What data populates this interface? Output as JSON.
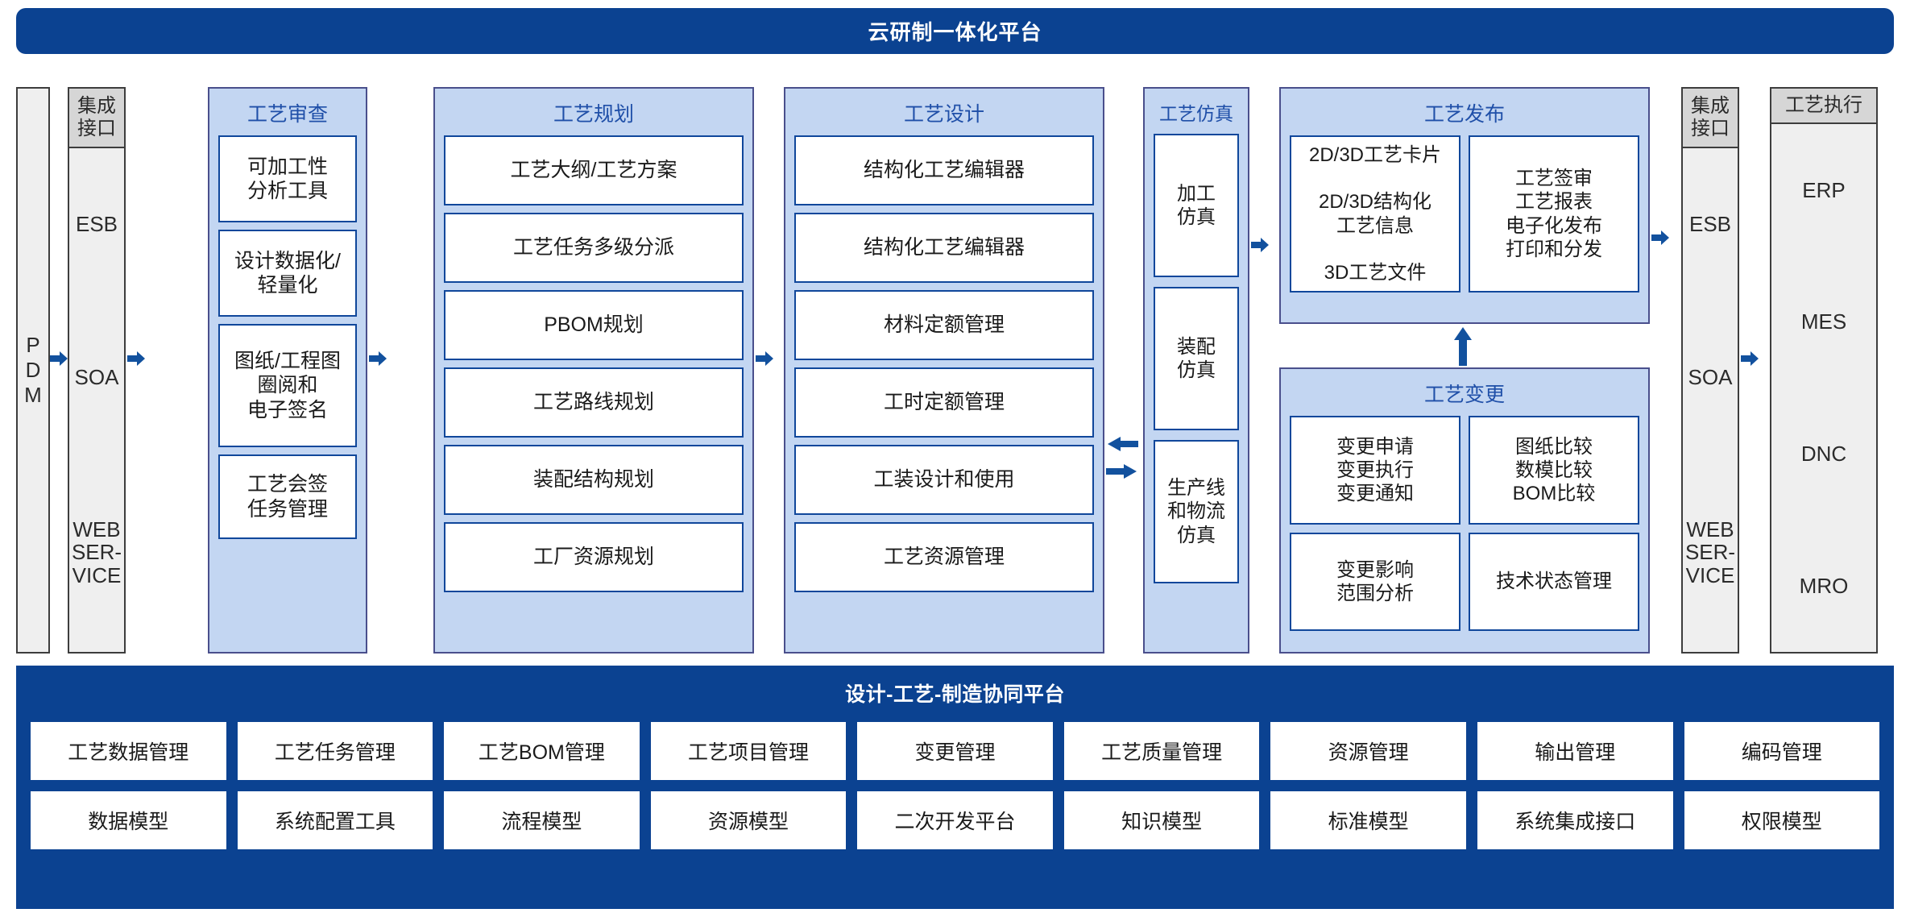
{
  "header": {
    "title": "云研制一体化平台"
  },
  "left": {
    "pdm": {
      "label": "PDM",
      "letters": [
        "P",
        "D",
        "M"
      ]
    },
    "integration": {
      "head": "集成\n接口",
      "items": [
        "ESB",
        "SOA",
        "WEB\nSER-\nVICE"
      ]
    }
  },
  "stages": [
    {
      "id": "process-review",
      "title": "工艺审查",
      "cards": [
        "可加工性\n分析工具",
        "设计数据化/\n轻量化",
        "图纸/工程图\n圈阅和\n电子签名",
        "工艺会签\n任务管理"
      ]
    },
    {
      "id": "process-planning",
      "title": "工艺规划",
      "cards": [
        "工艺大纲/工艺方案",
        "工艺任务多级分派",
        "PBOM规划",
        "工艺路线规划",
        "装配结构规划",
        "工厂资源规划"
      ]
    },
    {
      "id": "process-design",
      "title": "工艺设计",
      "cards": [
        "结构化工艺编辑器",
        "结构化工艺编辑器",
        "材料定额管理",
        "工时定额管理",
        "工装设计和使用",
        "工艺资源管理"
      ]
    },
    {
      "id": "process-simulation",
      "title": "工艺仿真",
      "cards": [
        "加工\n仿真",
        "装配\n仿真",
        "生产线\n和物流\n仿真"
      ]
    }
  ],
  "publish": {
    "title": "工艺发布",
    "left_card": "2D/3D工艺卡片\n\n2D/3D结构化\n工艺信息\n\n3D工艺文件",
    "right_card": "工艺签审\n工艺报表\n电子化发布\n打印和分发"
  },
  "change": {
    "title": "工艺变更",
    "cards": [
      "变更申请\n变更执行\n变更通知",
      "图纸比较\n数模比较\nBOM比较",
      "变更影响\n范围分析",
      "技术状态管理"
    ]
  },
  "right": {
    "integration": {
      "head": "集成\n接口",
      "items": [
        "ESB",
        "SOA",
        "WEB\nSER-\nVICE"
      ]
    },
    "execution": {
      "head": "工艺执行",
      "items": [
        "ERP",
        "MES",
        "DNC",
        "MRO"
      ]
    }
  },
  "platform": {
    "title": "设计-工艺-制造协同平台",
    "row1": [
      "工艺数据管理",
      "工艺任务管理",
      "工艺BOM管理",
      "工艺项目管理",
      "变更管理",
      "工艺质量管理",
      "资源管理",
      "输出管理",
      "编码管理"
    ],
    "row2": [
      "数据模型",
      "系统配置工具",
      "流程模型",
      "资源模型",
      "二次开发平台",
      "知识模型",
      "标准模型",
      "系统集成接口",
      "权限模型"
    ]
  },
  "colors": {
    "brand_blue": "#0b4291",
    "stage_fill": "#c3d6f2",
    "stage_border": "#4a4f8c",
    "card_border": "#10479b",
    "grey_fill": "#efefef",
    "grey_head": "#d6d6d6",
    "arrow": "#12519e"
  }
}
